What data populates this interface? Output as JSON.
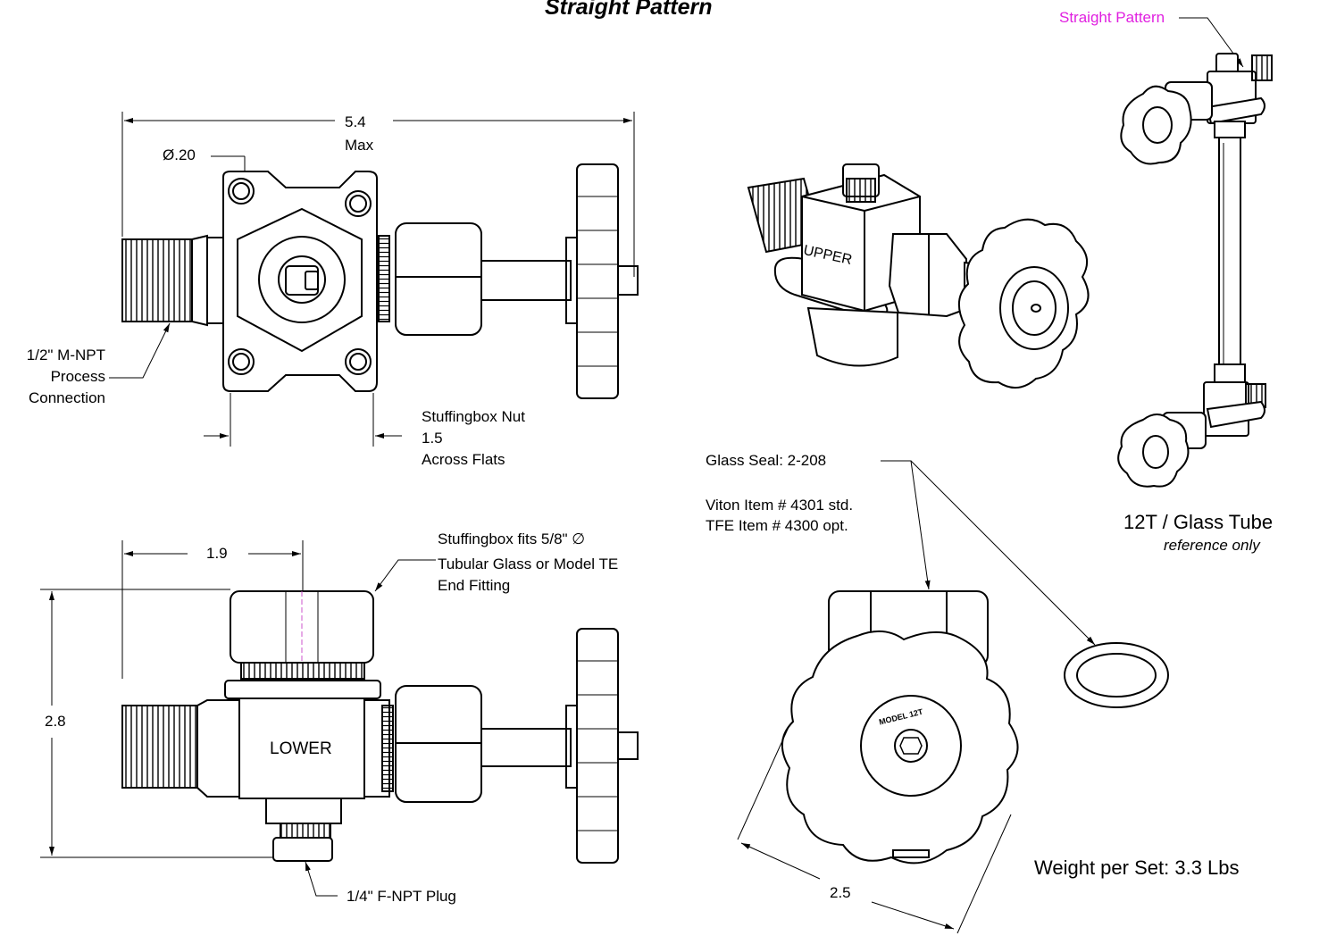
{
  "title": "Straight Pattern",
  "callout_pattern": "Straight Pattern",
  "dims": {
    "overall_width": "5.4",
    "overall_width_sub": "Max",
    "hole_dia": "Ø.20",
    "height": "1.9",
    "overall_height": "2.8",
    "knob_dia": "2.5",
    "nut_flats_value": "1.5"
  },
  "labels": {
    "process_1": "1/2\" M-NPT",
    "process_2": "Process",
    "process_3": "Connection",
    "nut_1": "Stuffingbox Nut",
    "nut_3": "Across Flats",
    "stuff_1": "Stuffingbox fits 5/8\" ∅",
    "stuff_2": "Tubular Glass or Model TE",
    "stuff_3": "End Fitting",
    "plug": "1/4\" F-NPT Plug",
    "seal": "Glass Seal: 2-208",
    "viton": "Viton Item # 4301 std.",
    "tfe": "TFE Item # 4300 opt.",
    "tube_title": "12T / Glass Tube",
    "tube_sub": "reference only",
    "weight": "Weight per Set: 3.3 Lbs",
    "upper": "UPPER",
    "lower": "LOWER",
    "model": "MODEL 12T"
  },
  "colors": {
    "callout": "#e020e0",
    "line": "#000000"
  }
}
